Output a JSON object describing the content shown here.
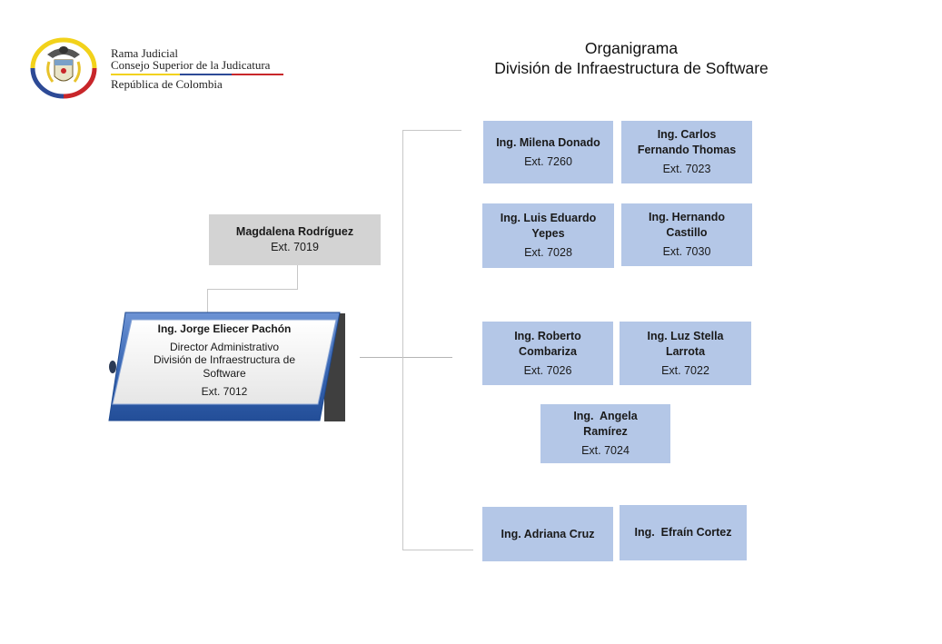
{
  "logo": {
    "line1": "Rama Judicial",
    "line2": "Consejo Superior de la Judicatura",
    "line3": "República de Colombia",
    "icon": "colombia-coat-of-arms-icon"
  },
  "title": {
    "line1": "Organigrama",
    "line2": "División de Infraestructura de Software"
  },
  "colors": {
    "staff_box": "#b4c7e7",
    "assistant_box": "#d3d3d3",
    "director_frame": "#2f5ea8",
    "connector": "#c7c7c7"
  },
  "assistant": {
    "name": "Magdalena Rodríguez",
    "ext": "Ext. 7019"
  },
  "director": {
    "name": "Ing. Jorge Eliecer Pachón",
    "role_line1": "Director Administrativo",
    "role_line2": "División de Infraestructura de Software",
    "ext": "Ext. 7012"
  },
  "staff": [
    {
      "name": "Ing. Milena Donado",
      "ext": "Ext. 7260"
    },
    {
      "name": "Ing. Carlos Fernando Thomas",
      "ext": "Ext. 7023"
    },
    {
      "name": "Ing. Luis Eduardo Yepes",
      "ext": "Ext. 7028"
    },
    {
      "name": "Ing. Hernando Castillo",
      "ext": "Ext. 7030"
    },
    {
      "name": "Ing. Roberto Combariza",
      "ext": "Ext. 7026"
    },
    {
      "name": "Ing. Luz Stella Larrota",
      "ext": "Ext. 7022"
    },
    {
      "name": "Ing.  Angela Ramírez",
      "ext": "Ext. 7024"
    },
    {
      "name": "Ing. Adriana Cruz"
    },
    {
      "name": "Ing.  Efraín Cortez"
    }
  ]
}
